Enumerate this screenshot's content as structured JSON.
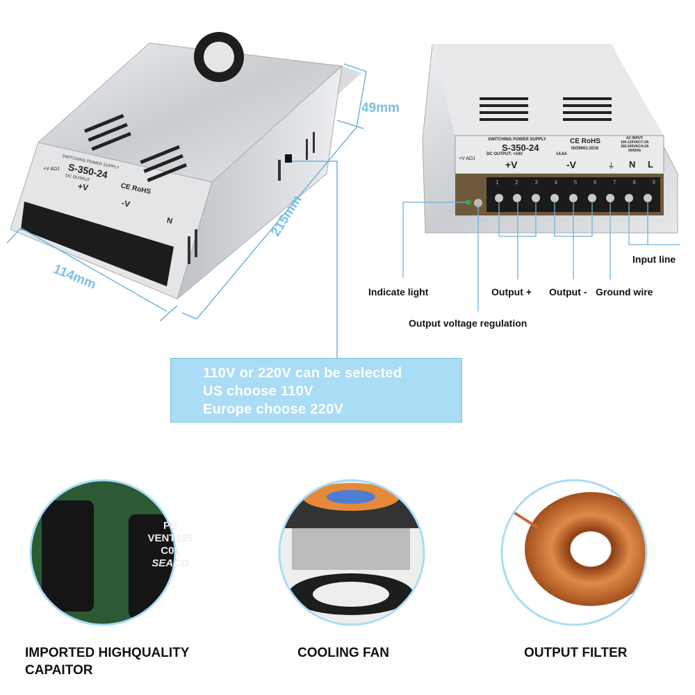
{
  "left_product": {
    "label_title": "SWITCHING POWER SUPPLY",
    "model": "S-350-24",
    "dc_output": "DC OUTPUT",
    "adj": "+V ADJ",
    "plus_v": "+V",
    "minus_v": "-V",
    "n": "N",
    "cert": "CE RoHS"
  },
  "dimensions": {
    "height": "49mm",
    "length": "215mm",
    "width": "114mm"
  },
  "right_product": {
    "label_title": "SWITCHING POWER SUPPLY",
    "model": "S-350-24",
    "cert": "CE RoHS",
    "iso": "ISO9001:2016",
    "dc_output": "DC OUTPUT:  +24V",
    "current": "14.6A",
    "ac_input_1": "AC INPUT:",
    "ac_input_2": "100-120VAC/7.0A",
    "ac_input_3": "200-240VAC/4.0A",
    "ac_input_4": "50/60Hz",
    "adj": "+V ADJ",
    "plus_v": "+V",
    "minus_v": "-V",
    "n": "N",
    "l": "L",
    "terminals": [
      "1",
      "2",
      "3",
      "4",
      "5",
      "6",
      "7",
      "8",
      "9"
    ]
  },
  "callouts": {
    "indicate_light": "Indicate light",
    "output_plus": "Output +",
    "output_minus": "Output -",
    "ground_wire": "Ground wire",
    "input_line": "Input line",
    "voltage_regulation": "Output voltage regulation"
  },
  "info_box": {
    "line1": "110V or 220V can be selected",
    "line2": "US choose 110V",
    "line3": "Europe choose 220V"
  },
  "features": [
    {
      "label_line1": "IMPORTED HIGHQUALITY",
      "label_line2": "CAPAITOR",
      "cap_text_1": "PS",
      "cap_text_2": "VENT105",
      "cap_text_3": "C01",
      "cap_brand": "SEACO"
    },
    {
      "label_line1": "COOLING FAN"
    },
    {
      "label_line1": "OUTPUT FILTER"
    }
  ],
  "colors": {
    "accent_line": "#6fb2d9",
    "info_box": "#a9dcf5",
    "metal": "#d4d6d9"
  }
}
